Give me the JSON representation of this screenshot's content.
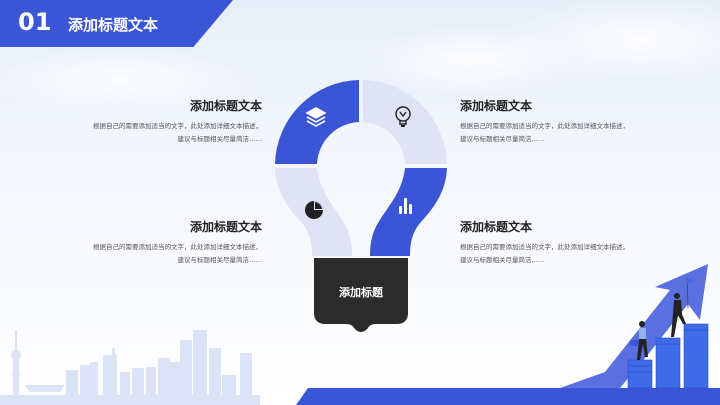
{
  "header": {
    "number": "01",
    "title": "添加标题文本"
  },
  "blocks": [
    {
      "position": "top-left",
      "title": "添加标题文本",
      "text": "根据自己的需要添加适当的文字，此处添加详细文本描述，建议与标题相关尽量简洁……"
    },
    {
      "position": "top-right",
      "title": "添加标题文本",
      "text": "根据自己的需要添加适当的文字，此处添加详细文本描述，建议与标题相关尽量简洁……"
    },
    {
      "position": "bottom-left",
      "title": "添加标题文本",
      "text": "根据自己的需要添加适当的文字，此处添加详细文本描述，建议与标题相关尽量简洁……"
    },
    {
      "position": "bottom-right",
      "title": "添加标题文本",
      "text": "根据自己的需要添加适当的文字，此处添加详细文本描述，建议与标题相关尽量简洁……"
    }
  ],
  "bulb": {
    "center_label": "添加标题",
    "segments": [
      {
        "quadrant": "top-left",
        "icon": "layers-icon",
        "color": "#3a55d6"
      },
      {
        "quadrant": "top-right",
        "icon": "lightbulb-icon",
        "color": "#dfe3f5"
      },
      {
        "quadrant": "bottom-left",
        "icon": "pie-chart-icon",
        "color": "#dfe3f5"
      },
      {
        "quadrant": "bottom-right",
        "icon": "bar-chart-icon",
        "color": "#3a55d6"
      }
    ],
    "base_color": "#2b2b2b"
  },
  "colors": {
    "accent": "#3a55d6",
    "light_accent": "#dfe3f5",
    "dark": "#2b2b2b",
    "skyline": "#dde3f6"
  }
}
